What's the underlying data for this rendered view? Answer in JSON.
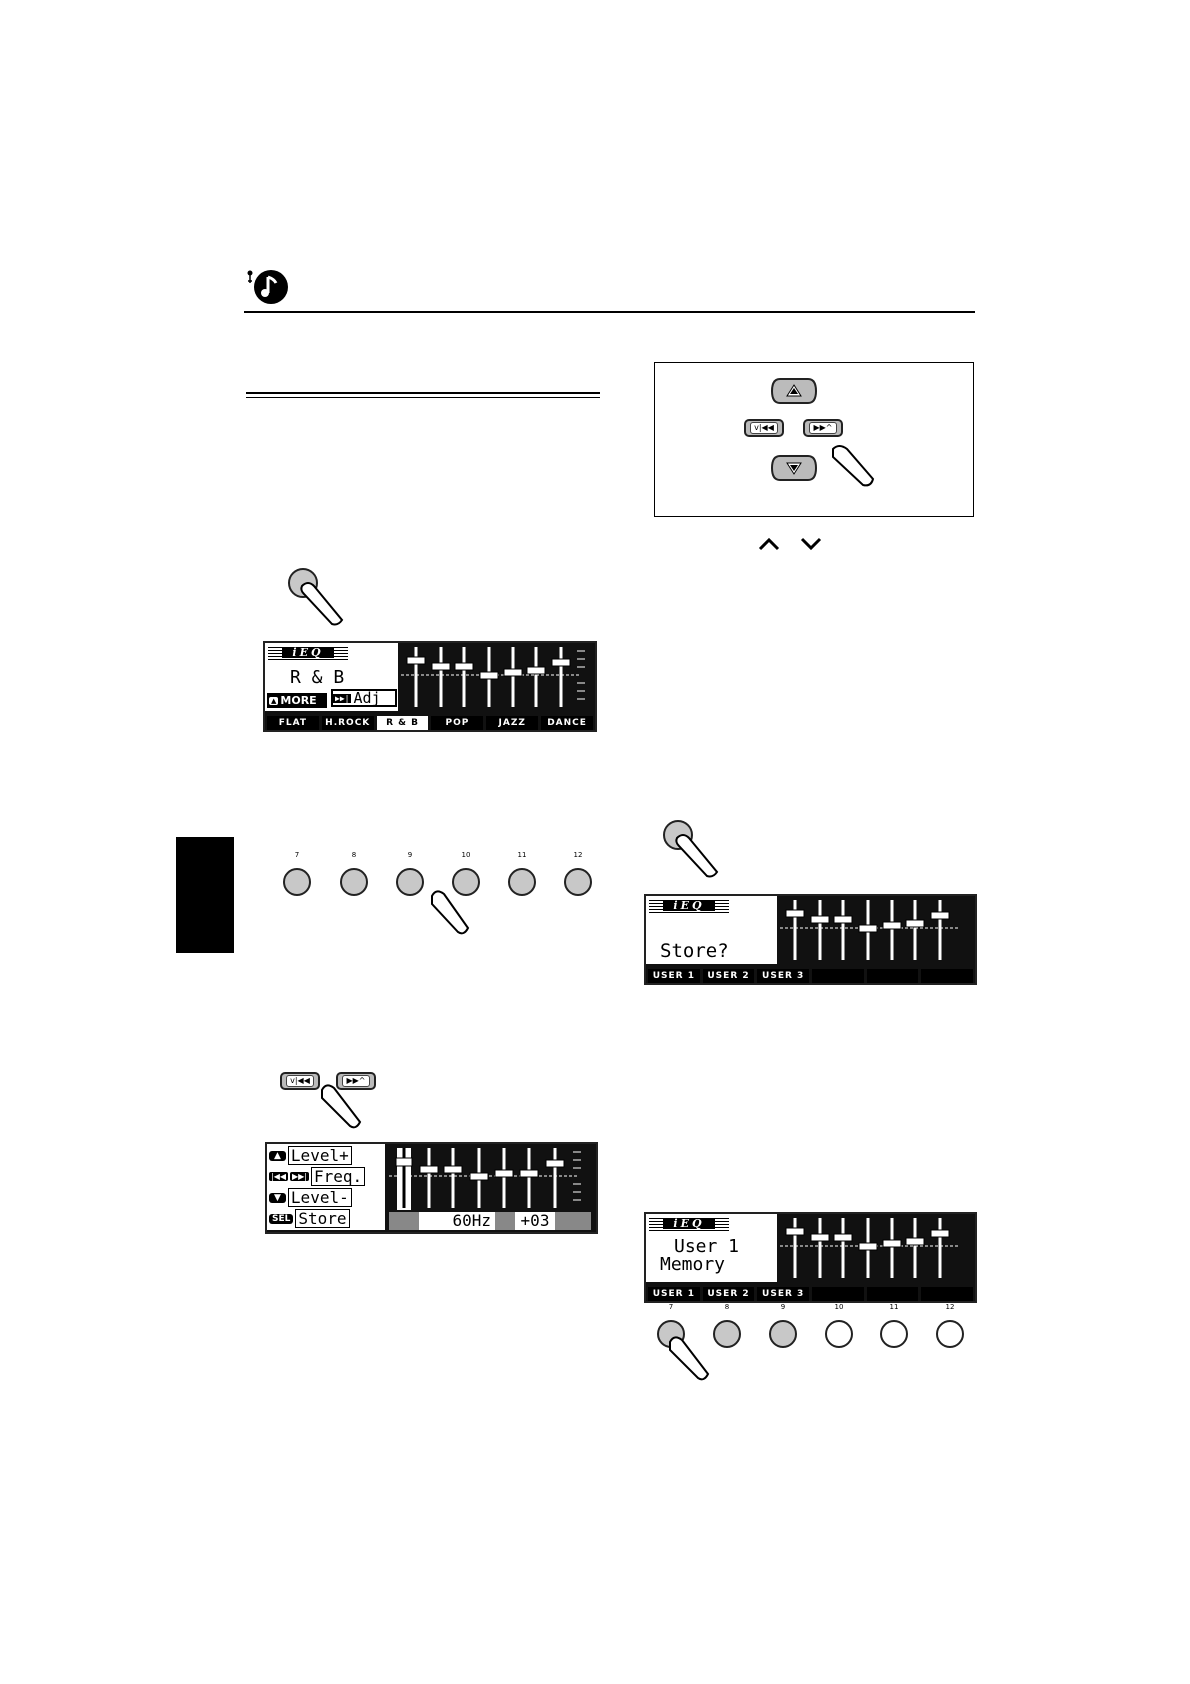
{
  "header": {
    "icon": "music-note-icon"
  },
  "display_rnb": {
    "logo": "iEQ",
    "preset_name": "R & B",
    "more_label": "MORE",
    "adj_label": "Adj",
    "tabs": [
      "FLAT",
      "H.ROCK",
      "R & B",
      "POP",
      "JAZZ",
      "DANCE"
    ],
    "selected_tab": "R & B"
  },
  "preset_buttons": {
    "labels": [
      "7",
      "8",
      "9",
      "10",
      "11",
      "12"
    ]
  },
  "adjust_display": {
    "menu": [
      "Level+",
      "Freq.",
      "Level-",
      "Store"
    ],
    "sel_label": "SEL",
    "freq": "60Hz",
    "level": "+03"
  },
  "store_display": {
    "logo": "iEQ",
    "message": "Store?",
    "tabs": [
      "USER 1",
      "USER 2",
      "USER 3",
      "",
      "",
      ""
    ]
  },
  "memory_display": {
    "logo": "iEQ",
    "line1": "User 1",
    "line2": "Memory",
    "tabs": [
      "USER 1",
      "USER 2",
      "USER 3",
      "",
      "",
      ""
    ]
  },
  "memory_buttons": {
    "labels": [
      "7",
      "8",
      "9",
      "10",
      "11",
      "12"
    ]
  },
  "arrows": {
    "up": "^",
    "down": "v"
  }
}
